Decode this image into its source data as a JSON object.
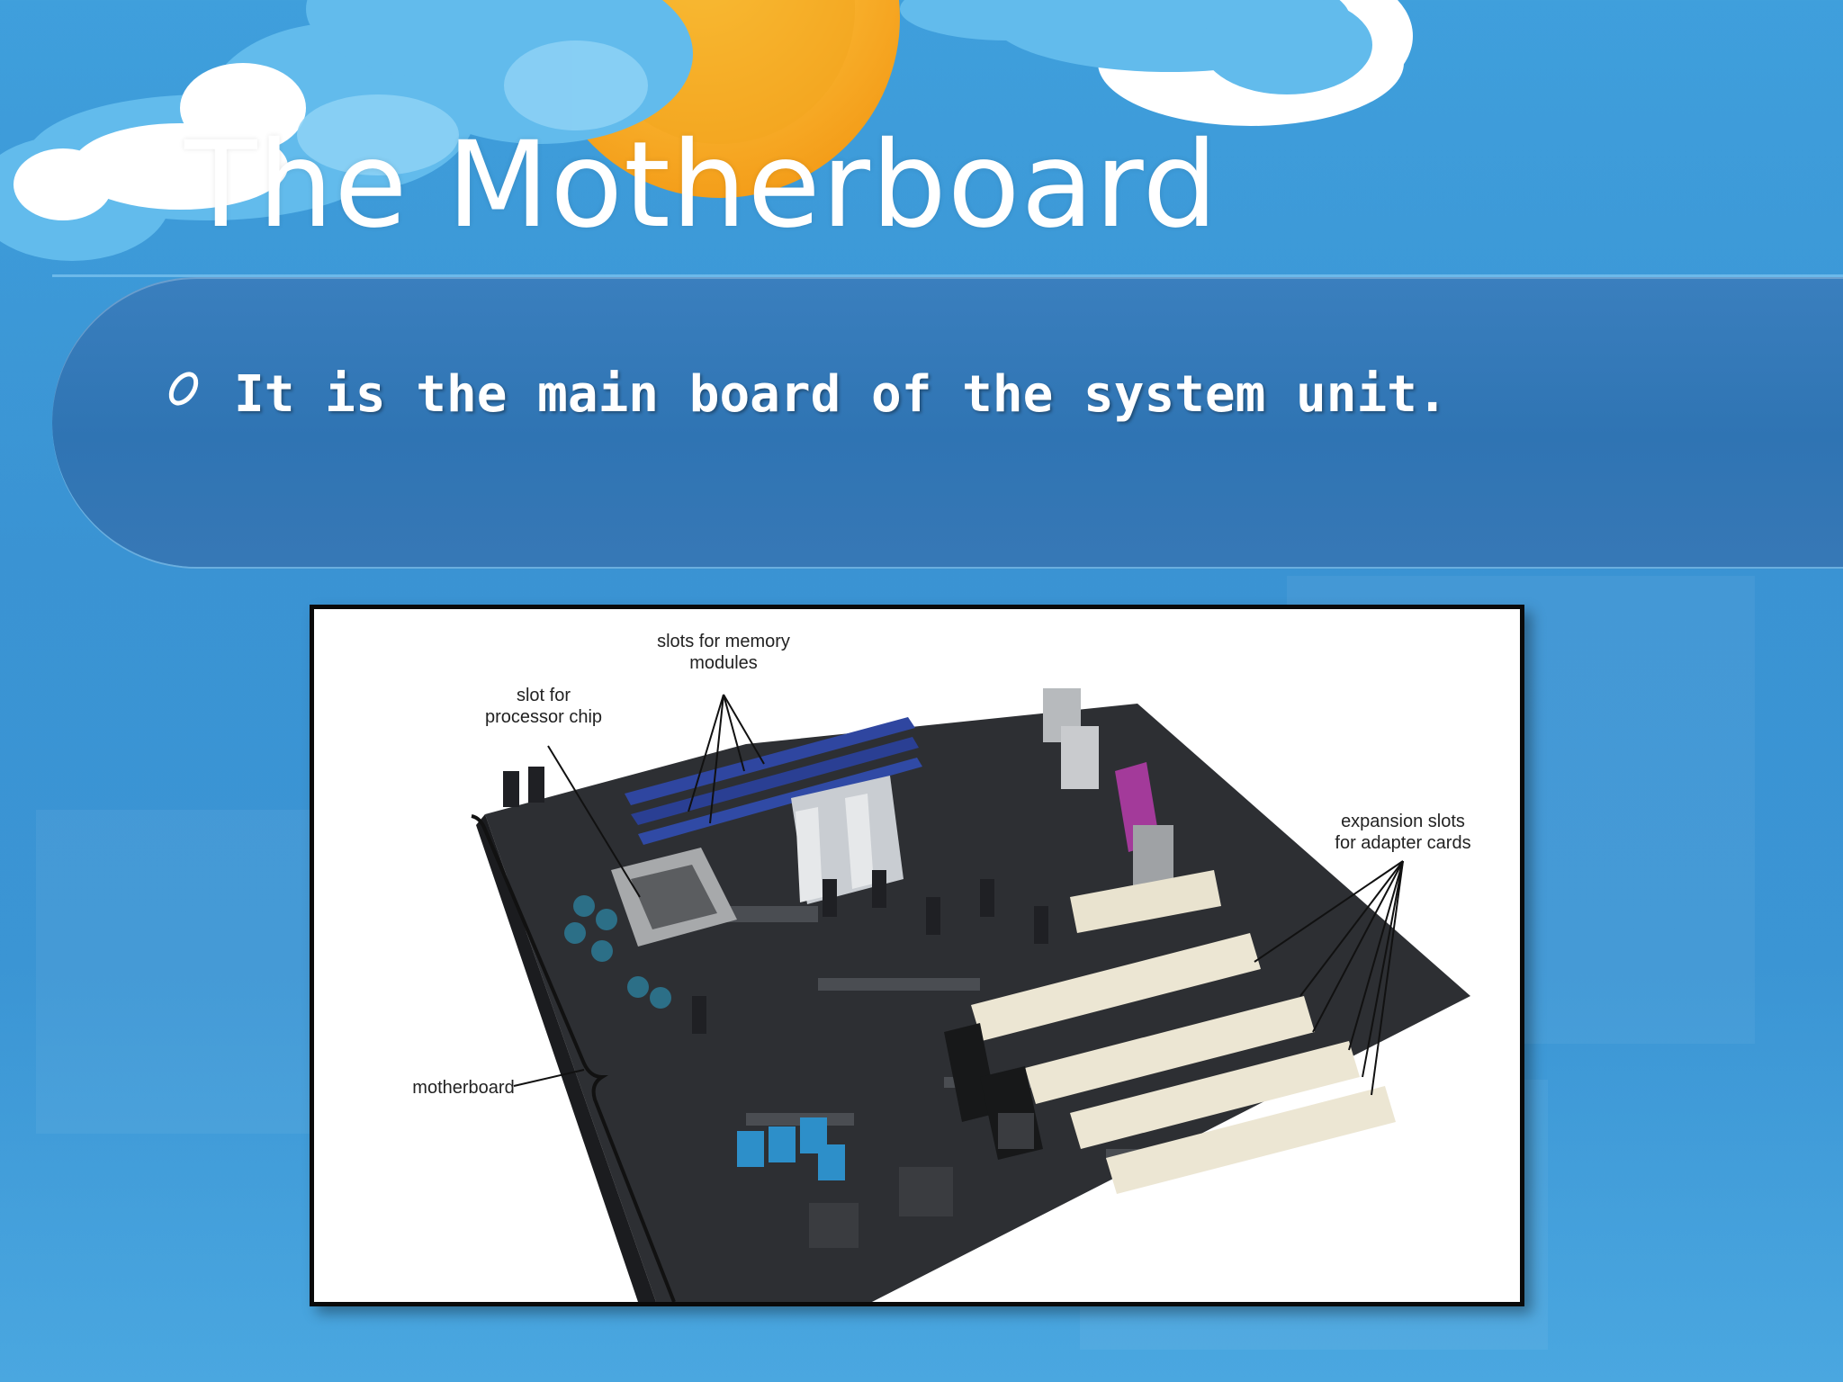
{
  "slide": {
    "title": "The Motherboard",
    "bullets": [
      {
        "text": "It is the main board of the system unit."
      }
    ]
  },
  "figure": {
    "name": "motherboard-photo",
    "labels": {
      "memory_slots_line1": "slots for memory",
      "memory_slots_line2": "modules",
      "processor_line1": "slot for",
      "processor_line2": "processor chip",
      "expansion_line1": "expansion slots",
      "expansion_line2": "for adapter cards",
      "motherboard": "motherboard"
    }
  },
  "colors": {
    "background": "#3b95d4",
    "band": "#2f74b3",
    "sun": "#f5a623",
    "cloud": "#6fc0ef",
    "text": "#ffffff"
  }
}
